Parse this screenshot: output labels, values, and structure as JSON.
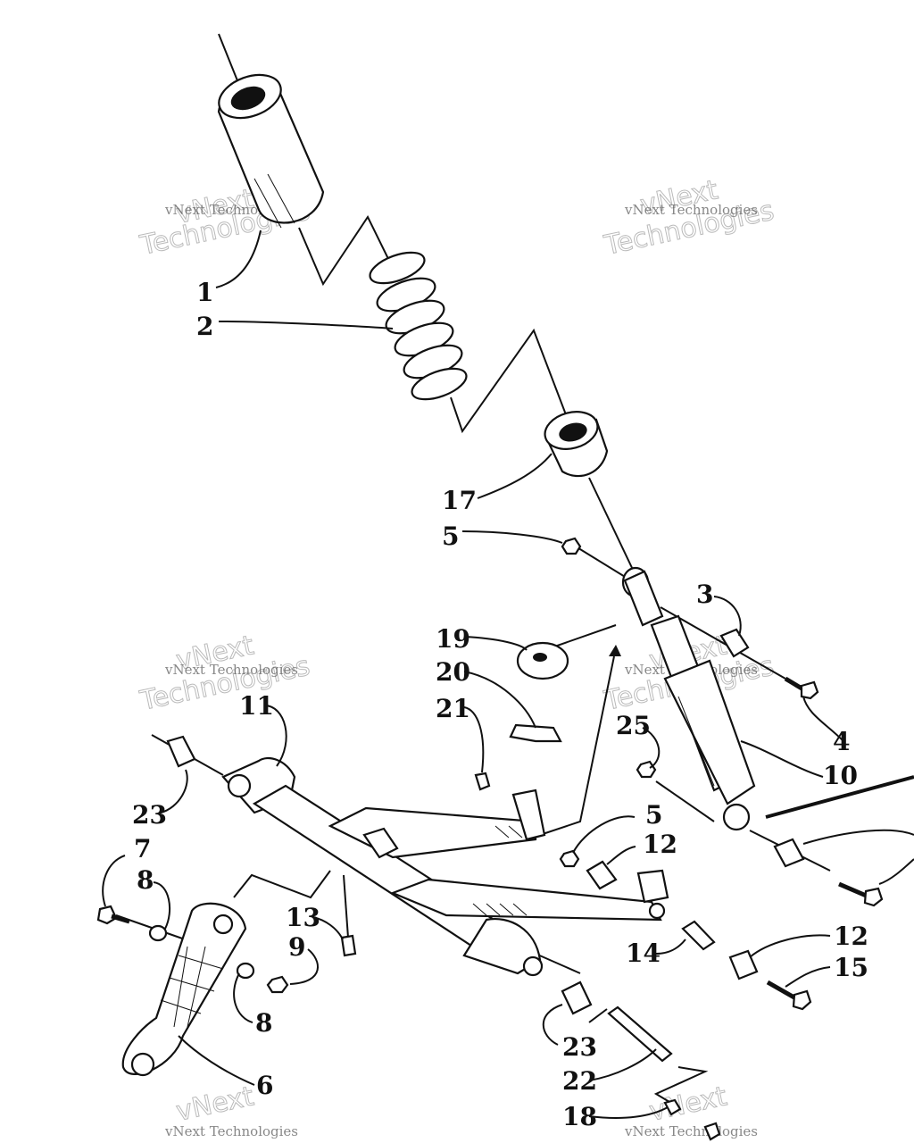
{
  "callouts": [
    {
      "id": "c1",
      "text": "1"
    },
    {
      "id": "c2",
      "text": "2"
    },
    {
      "id": "c17",
      "text": "17"
    },
    {
      "id": "c5a",
      "text": "5"
    },
    {
      "id": "c3",
      "text": "3"
    },
    {
      "id": "c4",
      "text": "4"
    },
    {
      "id": "c19",
      "text": "19"
    },
    {
      "id": "c20",
      "text": "20"
    },
    {
      "id": "c21",
      "text": "21"
    },
    {
      "id": "c11",
      "text": "11"
    },
    {
      "id": "c25",
      "text": "25"
    },
    {
      "id": "c10",
      "text": "10"
    },
    {
      "id": "c23a",
      "text": "23"
    },
    {
      "id": "c7",
      "text": "7"
    },
    {
      "id": "c8a",
      "text": "8"
    },
    {
      "id": "c5b",
      "text": "5"
    },
    {
      "id": "c12a",
      "text": "12"
    },
    {
      "id": "c13",
      "text": "13"
    },
    {
      "id": "c9",
      "text": "9"
    },
    {
      "id": "c12b",
      "text": "12"
    },
    {
      "id": "c15",
      "text": "15"
    },
    {
      "id": "c14",
      "text": "14"
    },
    {
      "id": "c8b",
      "text": "8"
    },
    {
      "id": "c23b",
      "text": "23"
    },
    {
      "id": "c22",
      "text": "22"
    },
    {
      "id": "c6",
      "text": "6"
    },
    {
      "id": "c18",
      "text": "18"
    }
  ],
  "watermark": {
    "line1": "vNext Technologies",
    "line2": "vNext",
    "line3": "Technologies"
  }
}
